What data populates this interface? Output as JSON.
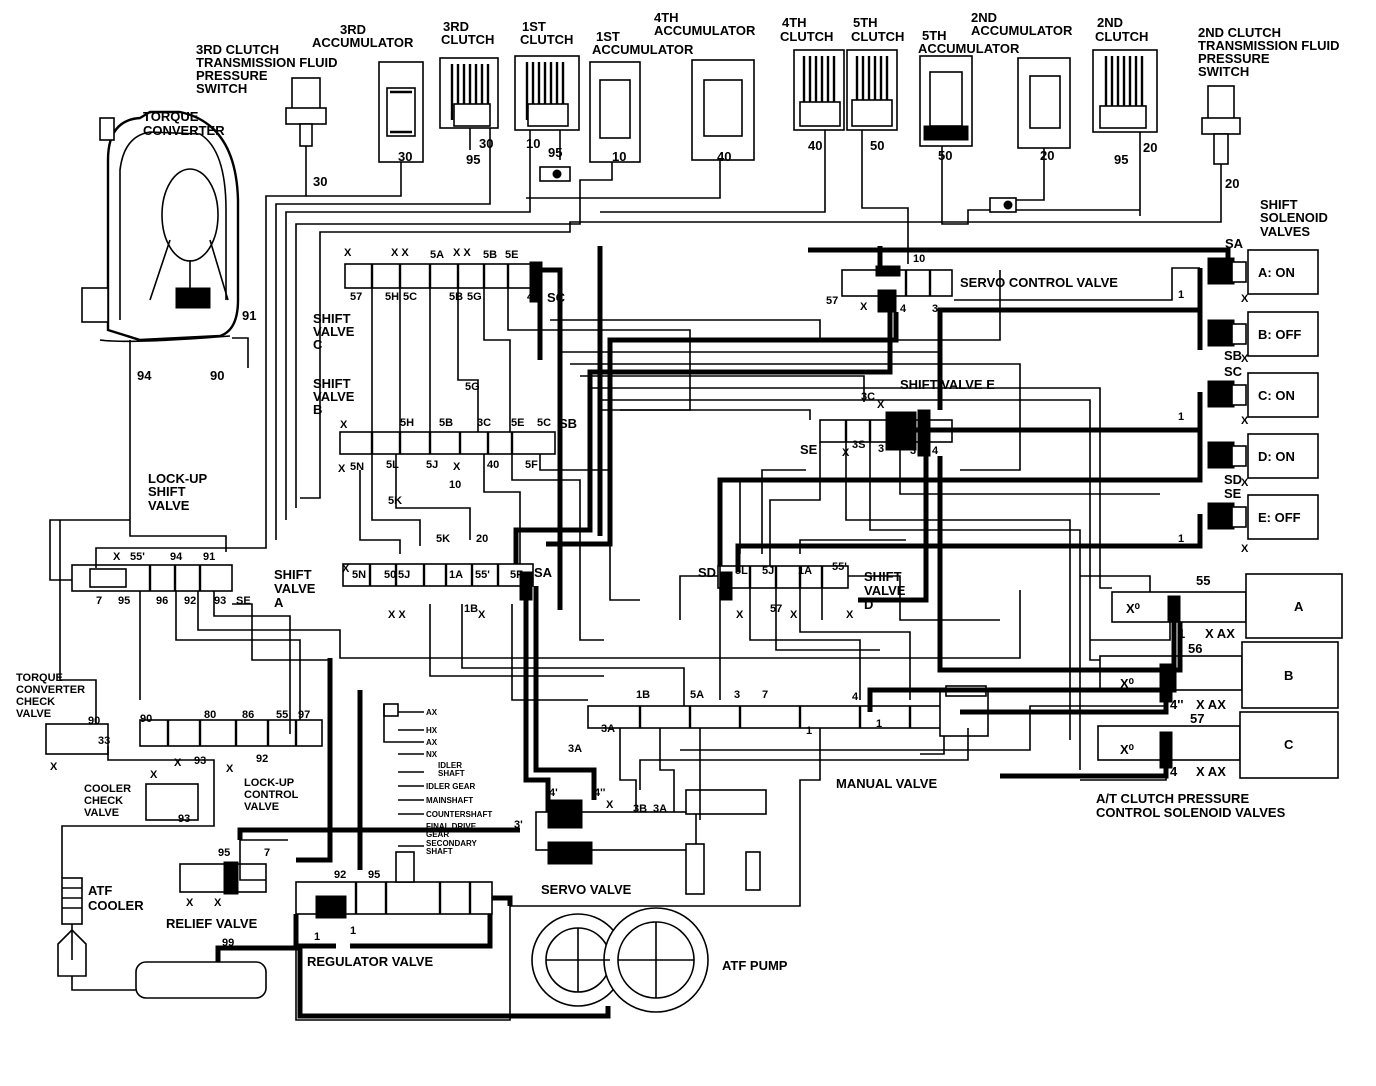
{
  "labels": {
    "clutch3_switch": [
      "3RD CLUTCH",
      "TRANSMISSION FLUID",
      "PRESSURE",
      "SWITCH"
    ],
    "acc3": [
      "3RD",
      "ACCUMULATOR"
    ],
    "clutch3": [
      "3RD",
      "CLUTCH"
    ],
    "clutch1": [
      "1ST",
      "CLUTCH"
    ],
    "acc1": [
      "1ST",
      "ACCUMULATOR"
    ],
    "acc4": [
      "4TH",
      "ACCUMULATOR"
    ],
    "clutch4": [
      "4TH",
      "CLUTCH"
    ],
    "clutch5": [
      "5TH",
      "CLUTCH"
    ],
    "acc5": [
      "5TH",
      "ACCUMULATOR"
    ],
    "acc2": [
      "2ND",
      "ACCUMULATOR"
    ],
    "clutch2": [
      "2ND",
      "CLUTCH"
    ],
    "clutch2_switch": [
      "2ND CLUTCH",
      "TRANSMISSION FLUID",
      "PRESSURE",
      "SWITCH"
    ],
    "torque_converter": [
      "TORQUE",
      "CONVERTER"
    ],
    "shift_solenoid": [
      "SHIFT",
      "SOLENOID",
      "VALVES"
    ],
    "servo_control": "SERVO CONTROL VALVE",
    "shift_valve_c": [
      "SHIFT",
      "VALVE",
      "C"
    ],
    "shift_valve_b": [
      "SHIFT",
      "VALVE",
      "B"
    ],
    "shift_valve_e": "SHIFT VALVE E",
    "lockup_shift": [
      "LOCK-UP",
      "SHIFT",
      "VALVE"
    ],
    "shift_valve_a": [
      "SHIFT",
      "VALVE",
      "A"
    ],
    "shift_valve_d": [
      "SHIFT",
      "VALVE",
      "D"
    ],
    "tc_check": [
      "TORQUE",
      "CONVERTER",
      "CHECK",
      "VALVE"
    ],
    "cooler_check": [
      "COOLER",
      "CHECK",
      "VALVE"
    ],
    "lockup_control": [
      "LOCK-UP",
      "CONTROL",
      "VALVE"
    ],
    "atf_cooler": [
      "ATF",
      "COOLER"
    ],
    "relief_valve": "RELIEF VALVE",
    "regulator_valve": "REGULATOR VALVE",
    "servo_valve": "SERVO VALVE",
    "atf_pump": "ATF PUMP",
    "manual_valve": "MANUAL VALVE",
    "atclutch": [
      "A/T CLUTCH PRESSURE",
      "CONTROL SOLENOID VALVES"
    ],
    "gear_legend": [
      "AX",
      "HX",
      "AX",
      "NX",
      "IDLER",
      "SHAFT",
      "IDLER GEAR",
      "MAINSHAFT",
      "COUNTERSHAFT",
      "FINAL DRIVE",
      "GEAR",
      "SECONDARY",
      "SHAFT"
    ]
  },
  "solenoids": [
    {
      "tag": "SA",
      "state": "A: ON"
    },
    {
      "tag": "SB",
      "state": "B: OFF"
    },
    {
      "tag": "SC",
      "state": "C: ON"
    },
    {
      "tag": "SD",
      "state": "D: ON"
    },
    {
      "tag": "SE",
      "state": "E: OFF"
    }
  ],
  "pressure_solenoids": [
    {
      "name": "A",
      "port": "55"
    },
    {
      "name": "B",
      "port": "56"
    },
    {
      "name": "C",
      "port": "57"
    }
  ],
  "ports": {
    "p30a": "30",
    "p30b": "30",
    "p95a": "95",
    "p30c": "30",
    "p10a": "10",
    "p95b": "95",
    "p10b": "10",
    "p40a": "40",
    "p40b": "40",
    "p50a": "50",
    "p50b": "50",
    "p20a": "20",
    "p95c": "95",
    "p20b": "20",
    "p20c": "20",
    "p30d": "30",
    "p91": "91",
    "p94": "94",
    "p90": "90",
    "c_x1": "X",
    "c_xx": "X X",
    "c_5a": "5A",
    "c_xx2": "X X",
    "c_5b": "5B",
    "c_5e": "5E",
    "c_57": "57",
    "c_5h": "5H",
    "c_5c": "5C",
    "c_5b2": "5B",
    "c_5g": "5G",
    "c_4": "4",
    "c_sc": "SC",
    "b_5g": "5G",
    "b_x": "X",
    "b_5h": "5H",
    "b_5b": "5B",
    "b_3c": "3C",
    "b_5e": "5E",
    "b_5c": "5C",
    "b_sb": "SB",
    "b_x2": "X",
    "b_5n": "5N",
    "b_5l": "5L",
    "b_5j": "5J",
    "b_x3": "X",
    "b_40": "40",
    "b_5f": "5F",
    "b_10": "10",
    "b_5k": "5K",
    "sv_10": "10",
    "sv_57": "57",
    "sv_x": "X",
    "sv_x2": "X",
    "sv_4": "4",
    "sv_4b": "4",
    "sv_3": "3",
    "e_3c": "3C",
    "e_x": "X",
    "e_se": "SE",
    "e_x2": "X",
    "e_3s": "3S",
    "e_3": "3",
    "e_3b": "3",
    "e_4": "4",
    "l_55": "55'",
    "l_94": "94",
    "l_91": "91",
    "l_x": "X",
    "l_7": "7",
    "l_95": "95",
    "l_96": "96",
    "l_92": "92",
    "l_93": "93",
    "l_se": "SE",
    "a_5k": "5K",
    "a_20": "20",
    "a_x": "X",
    "a_5n": "5N",
    "a_50": "50",
    "a_5j": "5J",
    "a_1a": "1A",
    "a_55": "55'",
    "a_5f": "5F",
    "a_sa": "SA",
    "a_xx": "X X",
    "a_1b": "1B",
    "a_x2": "X",
    "d_sd": "SD",
    "d_5l": "5L",
    "d_5j": "5J",
    "d_1a": "1A",
    "d_55": "55'",
    "d_x": "X",
    "d_57": "57",
    "d_x2": "X",
    "d_x3": "X",
    "t_90": "90",
    "t_33": "33",
    "t_x": "X",
    "k_90": "90",
    "k_80": "80",
    "k_86": "86",
    "k_55": "55",
    "k_97": "97",
    "k_93": "93",
    "k_92": "92",
    "k_x": "X",
    "k_x2": "X",
    "k_93b": "93",
    "k_x3": "X",
    "r_95": "95",
    "r_7": "7",
    "r_x": "X",
    "r_x2": "X",
    "g_92": "92",
    "g_95": "95",
    "g_1": "1",
    "g_1b": "1",
    "g_99": "99",
    "m_1b": "1B",
    "m_5a": "5A",
    "m_3": "3",
    "m_7": "7",
    "m_4": "4",
    "m_3a": "3A",
    "m_3a2": "3A",
    "m_1": "1",
    "m_1b2": "1",
    "s_4a": "4'",
    "s_4b": "4''",
    "s_x": "X",
    "s_3b": "3B",
    "s_3a": "3A",
    "s_3p": "3'",
    "sol_1a": "1",
    "sol_1b": "1",
    "sol_1c": "1",
    "sol_x": "X",
    "sol_x2": "X",
    "sol_x3": "X",
    "sol_x4": "X",
    "sol_x5": "X",
    "pc_1": "1",
    "pc_xax": "X AX",
    "pc_4a": "4''",
    "pc_xax2": "X AX",
    "pc_4": "4",
    "pc_xax3": "X AX",
    "pc_x0a": "X⁰",
    "pc_x0b": "X⁰",
    "pc_x0c": "X⁰"
  }
}
